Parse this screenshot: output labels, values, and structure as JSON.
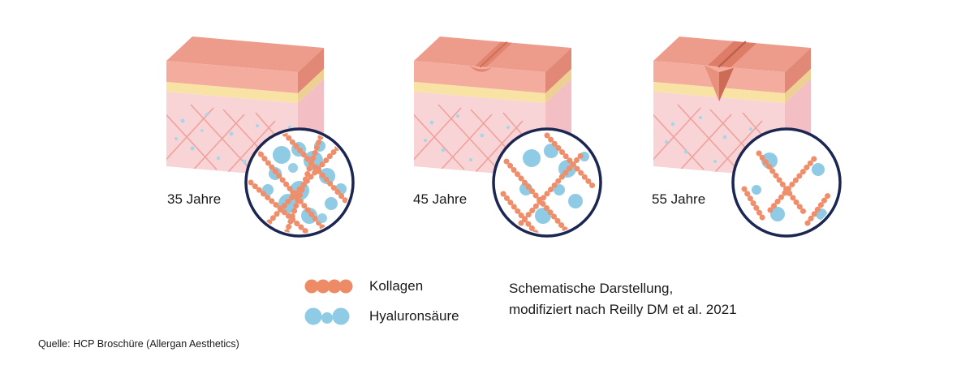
{
  "panels": [
    {
      "label": "35 Jahre"
    },
    {
      "label": "45 Jahre"
    },
    {
      "label": "55 Jahre"
    }
  ],
  "legend": {
    "items": [
      {
        "label": "Kollagen",
        "color": "#EE8B67"
      },
      {
        "label": "Hyaluronsäure",
        "color": "#8FCBE4"
      }
    ]
  },
  "caption": {
    "line1": "Schematische Darstellung,",
    "line2": "modifiziert nach Reilly DM et al. 2021"
  },
  "source": "Quelle: HCP Broschüre (Allergan Aesthetics)",
  "colors": {
    "collagen": "#EE8B67",
    "hyaluron": "#8FCBE4",
    "magnifier_border": "#1B2653",
    "skin_top": "#ED9C8C",
    "epidermis_front": "#F3AC9D",
    "yellow_layer": "#F9E3A4",
    "dermis": "#F9D4D7"
  }
}
